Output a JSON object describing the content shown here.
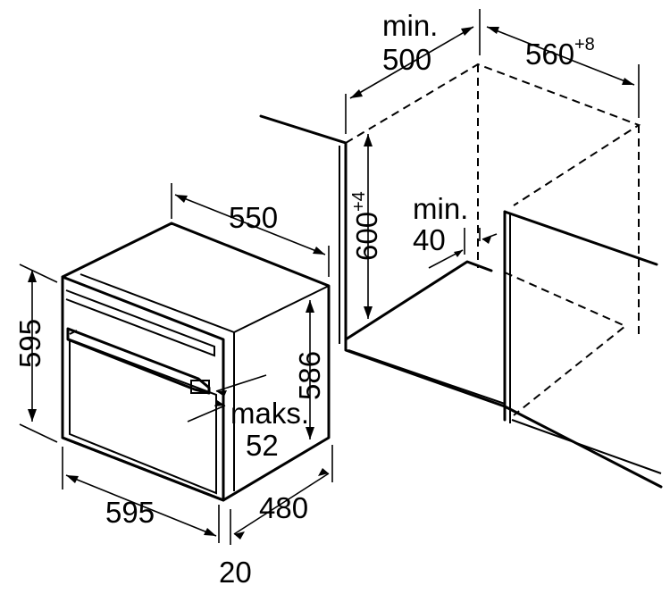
{
  "dimensions": {
    "niche_depth": {
      "prefix": "min.",
      "value": "500"
    },
    "niche_width": {
      "value": "560",
      "tolerance": "+8"
    },
    "niche_height": {
      "value": "600",
      "tolerance": "+4"
    },
    "rear_gap": {
      "prefix": "min.",
      "value": "40"
    },
    "oven_depth": {
      "value": "550"
    },
    "oven_height_front": {
      "value": "595"
    },
    "oven_height_body": {
      "value": "586"
    },
    "handle": {
      "prefix": "maks.",
      "value": "52"
    },
    "oven_width_front": {
      "value": "595"
    },
    "oven_width_body": {
      "value": "480"
    },
    "front_panel": {
      "value": "20"
    }
  }
}
